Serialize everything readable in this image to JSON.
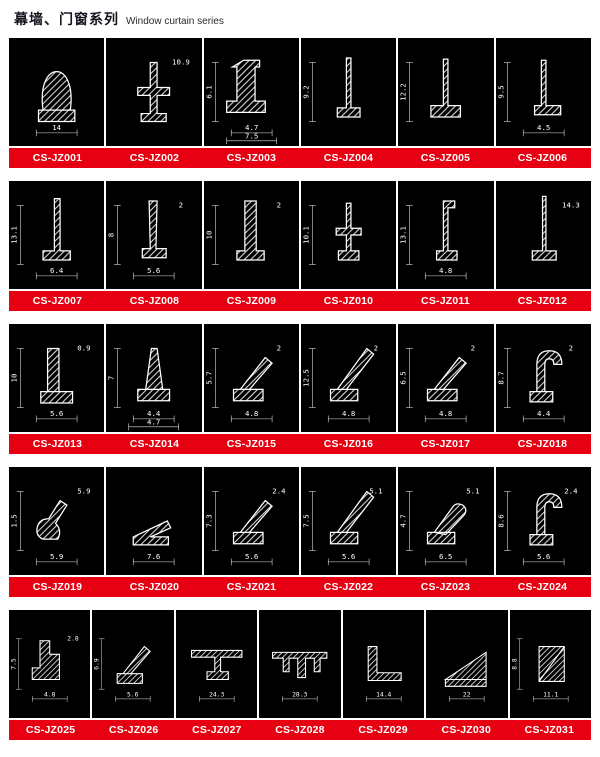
{
  "header": {
    "title": "幕墙、门窗系列",
    "subtitle": "Window curtain series"
  },
  "colors": {
    "panel": "#000000",
    "strip": "#e60012",
    "code_text": "#ffffff",
    "drawing_line": "#ffffff"
  },
  "rows": [
    {
      "cells": [
        {
          "code": "CS-JZ001",
          "shape": "d-bubble",
          "dims": {
            "bottom": "14"
          }
        },
        {
          "code": "CS-JZ002",
          "shape": "cross-stem",
          "dims": {
            "extra": "10.9"
          }
        },
        {
          "code": "CS-JZ003",
          "shape": "stem-base",
          "dims": {
            "left": "6.1",
            "bottom": "4.7",
            "bottom2": "7.5"
          }
        },
        {
          "code": "CS-JZ004",
          "shape": "blade",
          "dims": {
            "left": "9.2"
          }
        },
        {
          "code": "CS-JZ005",
          "shape": "blade-base",
          "dims": {
            "left": "12.2"
          }
        },
        {
          "code": "CS-JZ006",
          "shape": "blade-foot",
          "dims": {
            "left": "9.5",
            "bottom": "4.5"
          }
        }
      ]
    },
    {
      "cells": [
        {
          "code": "CS-JZ007",
          "shape": "tall-blade",
          "dims": {
            "left": "13.1",
            "bottom": "6.4"
          }
        },
        {
          "code": "CS-JZ008",
          "shape": "taper-blade",
          "dims": {
            "left": "8",
            "bottom": "5.6",
            "extra": "2"
          }
        },
        {
          "code": "CS-JZ009",
          "shape": "wide-blade",
          "dims": {
            "left": "10",
            "extra": "2"
          }
        },
        {
          "code": "CS-JZ010",
          "shape": "flange-blade",
          "dims": {
            "left": "10.1"
          }
        },
        {
          "code": "CS-JZ011",
          "shape": "hook-blade",
          "dims": {
            "left": "13.1",
            "bottom": "4.8"
          }
        },
        {
          "code": "CS-JZ012",
          "shape": "thin-blade",
          "dims": {
            "extra": "14.3"
          }
        }
      ]
    },
    {
      "cells": [
        {
          "code": "CS-JZ013",
          "shape": "l-block",
          "dims": {
            "left": "10",
            "bottom": "5.6",
            "extra": "0.9"
          }
        },
        {
          "code": "CS-JZ014",
          "shape": "wedge-fin",
          "dims": {
            "left": "7",
            "bottom": "4.4",
            "bottom2": "4.7"
          }
        },
        {
          "code": "CS-JZ015",
          "shape": "fin",
          "dims": {
            "left": "5.7",
            "bottom": "4.8",
            "extra": "2"
          }
        },
        {
          "code": "CS-JZ016",
          "shape": "fin-tall",
          "dims": {
            "left": "12.5",
            "bottom": "4.8",
            "extra": "2"
          }
        },
        {
          "code": "CS-JZ017",
          "shape": "fin",
          "dims": {
            "left": "6.5",
            "bottom": "4.8",
            "extra": "2"
          }
        },
        {
          "code": "CS-JZ018",
          "shape": "hook",
          "dims": {
            "left": "8.7",
            "bottom": "4.4",
            "extra": "2"
          }
        }
      ]
    },
    {
      "cells": [
        {
          "code": "CS-JZ019",
          "shape": "curl",
          "dims": {
            "left": "1.5",
            "bottom": "5.9",
            "extra": "5.9"
          }
        },
        {
          "code": "CS-JZ020",
          "shape": "ramp",
          "dims": {
            "bottom": "7.6"
          }
        },
        {
          "code": "CS-JZ021",
          "shape": "fin",
          "dims": {
            "left": "7.3",
            "bottom": "5.6",
            "extra": "2.4"
          }
        },
        {
          "code": "CS-JZ022",
          "shape": "fin-tall",
          "dims": {
            "left": "7.5",
            "bottom": "5.6",
            "extra": "5.1"
          }
        },
        {
          "code": "CS-JZ023",
          "shape": "fin-curl",
          "dims": {
            "left": "4.7",
            "bottom": "6.5",
            "extra": "5.1"
          }
        },
        {
          "code": "CS-JZ024",
          "shape": "hook",
          "dims": {
            "left": "8.6",
            "bottom": "5.6",
            "extra": "2.4"
          }
        }
      ]
    },
    {
      "cells": [
        {
          "code": "CS-JZ025",
          "shape": "step-block",
          "dims": {
            "left": "7.5",
            "bottom": "4.8",
            "extra": "2.8"
          }
        },
        {
          "code": "CS-JZ026",
          "shape": "fin",
          "dims": {
            "left": "6.9",
            "bottom": "5.6"
          }
        },
        {
          "code": "CS-JZ027",
          "shape": "umbrella",
          "dims": {
            "bottom": "24.3"
          }
        },
        {
          "code": "CS-JZ028",
          "shape": "comb",
          "dims": {
            "bottom": "28.3"
          }
        },
        {
          "code": "CS-JZ029",
          "shape": "angle",
          "dims": {
            "bottom": "14.4"
          }
        },
        {
          "code": "CS-JZ030",
          "shape": "big-tri",
          "dims": {
            "bottom": "22"
          }
        },
        {
          "code": "CS-JZ031",
          "shape": "rect-diag",
          "dims": {
            "left": "8.8",
            "bottom": "11.1"
          }
        }
      ]
    }
  ]
}
